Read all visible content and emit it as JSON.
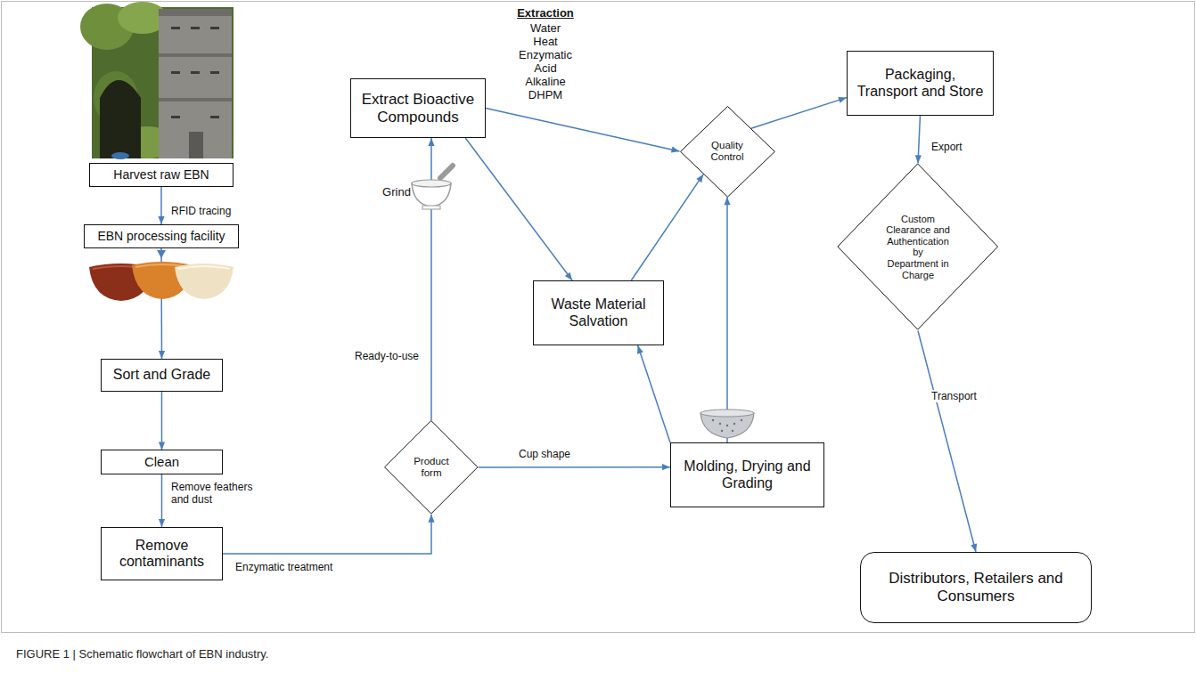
{
  "diagram": {
    "caption": "FIGURE 1 | Schematic flowchart of EBN industry.",
    "nodes": [
      {
        "text": [
          "Harvest raw EBN"
        ]
      },
      {
        "text": [
          "EBN processing facility"
        ]
      },
      {
        "text": [
          "Sort and Grade"
        ]
      },
      {
        "text": [
          "Clean"
        ]
      },
      {
        "text": [
          "Remove contaminants"
        ]
      },
      {
        "text": [
          "Product form"
        ]
      },
      {
        "text": [
          "Molding, Drying and Grading"
        ]
      },
      {
        "text": [
          "Extract Bioactive Compounds"
        ]
      },
      {
        "text": [
          "Waste Material Salvation"
        ]
      },
      {
        "text": [
          "Quality Control"
        ]
      },
      {
        "text": [
          "Packaging, Transport and Store"
        ]
      },
      {
        "text": [
          "Custom Clearance and Authentication by Department in Charge"
        ]
      },
      {
        "text": [
          "Distributors, Retailers and Consumers"
        ]
      }
    ],
    "edges": [
      {
        "from": 0,
        "to": 1,
        "arrow": "to",
        "label": "RFID tracing"
      },
      {
        "from": 1,
        "to": 2,
        "arrow": "to"
      },
      {
        "from": 2,
        "to": 3,
        "arrow": "to"
      },
      {
        "from": 3,
        "to": 4,
        "arrow": "to",
        "label": "Remove feathers and dust"
      },
      {
        "from": 4,
        "to": 5,
        "arrow": "to",
        "label": "Enzymatic treatment"
      },
      {
        "from": 5,
        "to": 7,
        "arrow": "to",
        "label": "Ready-to-use"
      },
      {
        "from": 5,
        "to": 6,
        "arrow": "to",
        "label": "Cup shape"
      },
      {
        "from": 7,
        "to": 9,
        "arrow": "to"
      },
      {
        "from": 7,
        "to": 8,
        "arrow": "to"
      },
      {
        "from": 6,
        "to": 8,
        "arrow": "to"
      },
      {
        "from": 8,
        "to": 9,
        "arrow": "to"
      },
      {
        "from": 6,
        "to": 9,
        "arrow": "to"
      },
      {
        "from": 9,
        "to": 10,
        "arrow": "to"
      },
      {
        "from": 10,
        "to": 11,
        "arrow": "to",
        "label": "Export"
      },
      {
        "from": 11,
        "to": 12,
        "arrow": "to",
        "label": "Transport"
      }
    ],
    "labels": [
      "Extraction",
      "Water",
      "Heat",
      "Enzymatic",
      "Acid",
      "Alkaline",
      "DHPM",
      "Grind"
    ]
  }
}
